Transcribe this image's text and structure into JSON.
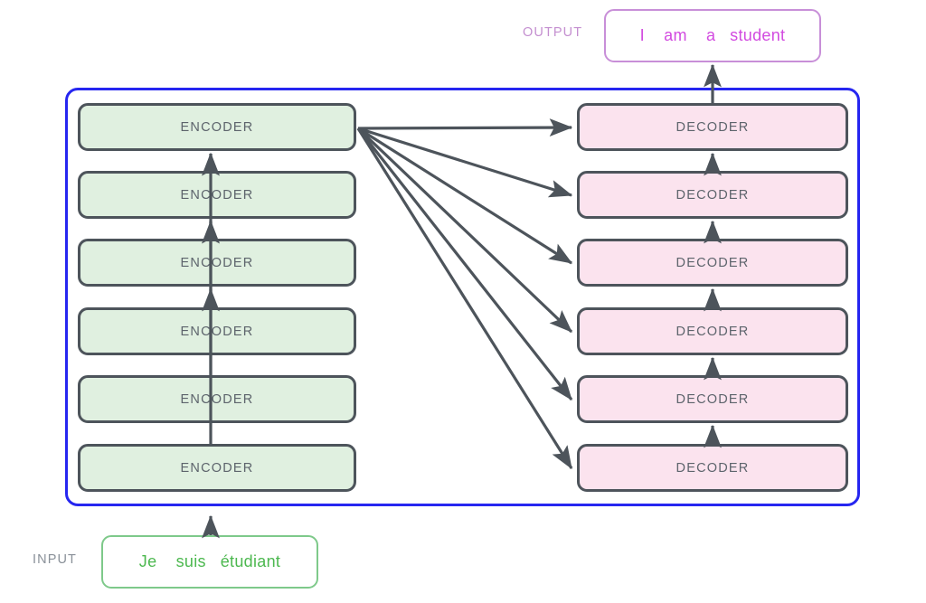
{
  "diagram": {
    "title": "Transformer encoder-decoder stack",
    "colors": {
      "container_border": "#2626f0",
      "encoder_fill": "#e0f0e0",
      "decoder_fill": "#fbe3ee",
      "box_border": "#4d545b",
      "box_label": "#5d646c",
      "arrow": "#4d545b",
      "input_border": "#7ec98a",
      "input_text": "#4cb84f",
      "input_label": "#8a9199",
      "output_border": "#c88fd8",
      "output_text": "#d24ae0",
      "output_label": "#c48fd0"
    }
  },
  "input": {
    "label": "INPUT",
    "text": "Je    suis   étudiant",
    "tokens": [
      "Je",
      "suis",
      "étudiant"
    ]
  },
  "output": {
    "label": "OUTPUT",
    "text": "I    am    a   student",
    "tokens": [
      "I",
      "am",
      "a",
      "student"
    ]
  },
  "encoder_stack": {
    "count": 6,
    "boxes": [
      {
        "label": "ENCODER"
      },
      {
        "label": "ENCODER"
      },
      {
        "label": "ENCODER"
      },
      {
        "label": "ENCODER"
      },
      {
        "label": "ENCODER"
      },
      {
        "label": "ENCODER"
      }
    ]
  },
  "decoder_stack": {
    "count": 6,
    "boxes": [
      {
        "label": "DECODER"
      },
      {
        "label": "DECODER"
      },
      {
        "label": "DECODER"
      },
      {
        "label": "DECODER"
      },
      {
        "label": "DECODER"
      },
      {
        "label": "DECODER"
      }
    ]
  }
}
